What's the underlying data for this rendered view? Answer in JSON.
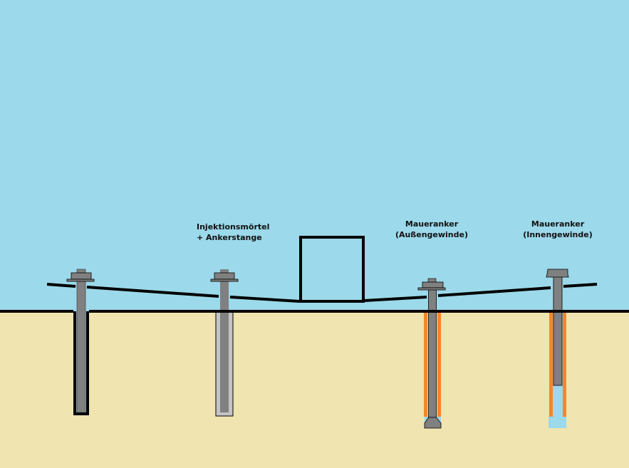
{
  "colors": {
    "sky": "#9cd9ea",
    "ground": "#f0e4b0",
    "rod": "#808080",
    "mortar": "#c4c4c4",
    "sleeve": "#f7862a",
    "line": "#000000"
  },
  "labels": {
    "mortar_anchor": [
      "Injektionsmörtel",
      "+ Ankerstange"
    ],
    "external_thread": [
      "Maueranker",
      "(Außengewinde)"
    ],
    "internal_thread": [
      "Maueranker",
      "(Innengewinde)"
    ]
  }
}
